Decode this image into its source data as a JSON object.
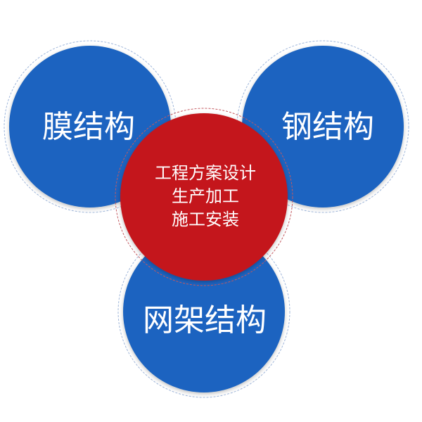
{
  "colors": {
    "blue_circle": "#1a64c0",
    "red_circle": "#c4161c",
    "text": "#ffffff",
    "ring": "#9fb6da",
    "background": "#ffffff"
  },
  "circles": {
    "membrane": {
      "label": "膜结构"
    },
    "steel": {
      "label": "钢结构"
    },
    "space_frame": {
      "label": "网架结构"
    },
    "center": {
      "lines": [
        "工程方案设计",
        "生产加工",
        "施工安装"
      ]
    }
  }
}
